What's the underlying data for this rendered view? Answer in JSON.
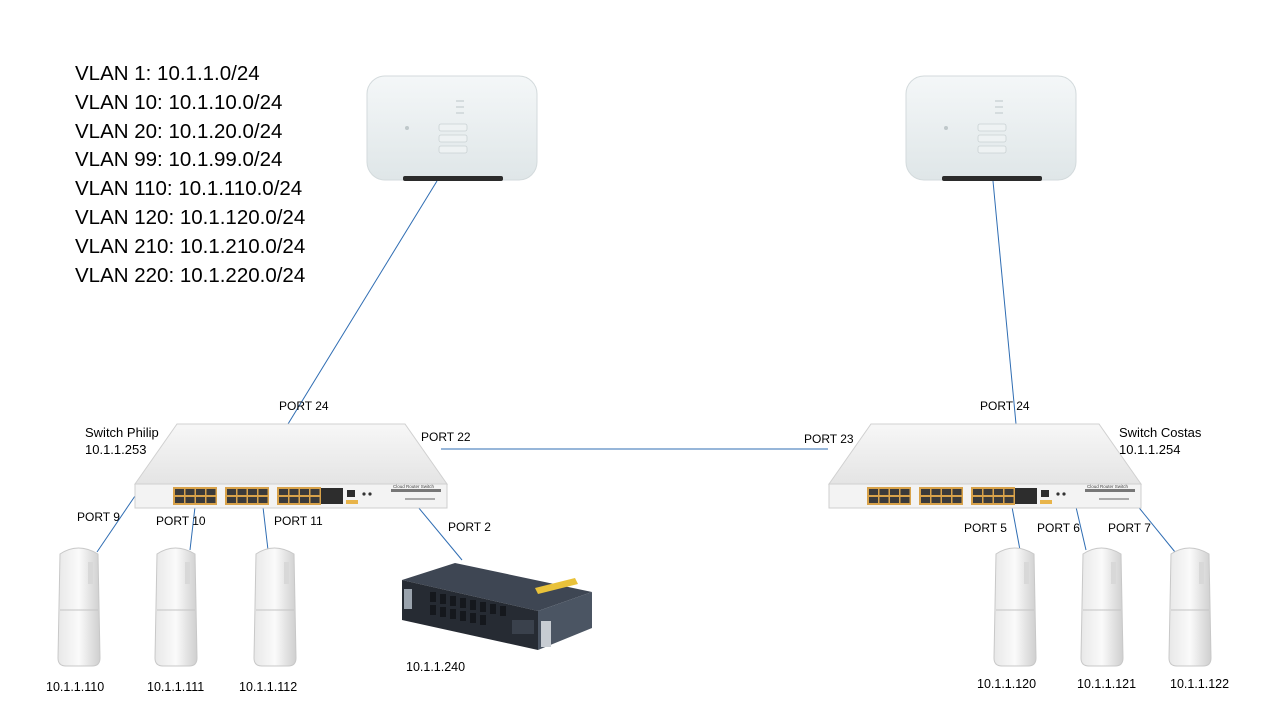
{
  "vlans": [
    "VLAN 1: 10.1.1.0/24",
    "VLAN 10: 10.1.10.0/24",
    "VLAN 20: 10.1.20.0/24",
    "VLAN 99: 10.1.99.0/24",
    "VLAN 110: 10.1.110.0/24",
    "VLAN 120: 10.1.120.0/24",
    "VLAN 210: 10.1.210.0/24",
    "VLAN 220: 10.1.220.0/24"
  ],
  "switches": {
    "philip": {
      "name": "Switch Philip",
      "ip": "10.1.1.253",
      "brand": "Cloud Router Switch"
    },
    "costas": {
      "name": "Switch Costas",
      "ip": "10.1.1.254",
      "brand": "Cloud Router Switch"
    }
  },
  "ports": {
    "philip_uplink": "PORT 24",
    "philip_trunk": "PORT 22",
    "costas_trunk": "PORT 23",
    "costas_uplink": "PORT 24",
    "p9": "PORT 9",
    "p10": "PORT 10",
    "p11": "PORT 11",
    "p2": "PORT 2",
    "p5": "PORT 5",
    "p6": "PORT 6",
    "p7": "PORT 7"
  },
  "devices": {
    "ap110": "10.1.1.110",
    "ap111": "10.1.1.111",
    "ap112": "10.1.1.112",
    "server240": "10.1.1.240",
    "ap120": "10.1.1.120",
    "ap121": "10.1.1.121",
    "ap122": "10.1.1.122"
  },
  "colors": {
    "link": "#2f6db3"
  }
}
